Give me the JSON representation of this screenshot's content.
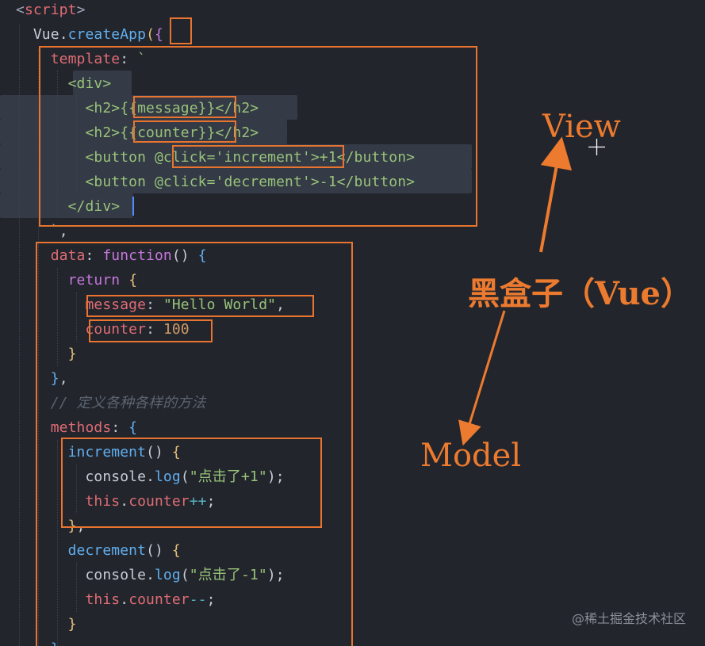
{
  "theme": {
    "background": "#22252c",
    "selection": "#343a46",
    "highlight_box": "#e8742f",
    "annotation": "#ec7a2f",
    "tag": "#e06c75",
    "attr": "#d19a66",
    "string": "#98c379",
    "keyword": "#c678dd",
    "function": "#61afef",
    "bracket_yellow": "#e5c07b",
    "bracket_purple": "#c678dd",
    "plain": "#c8ccd4",
    "comment": "#5c6370"
  },
  "code": {
    "lines": [
      [
        {
          "t": "<",
          "c": "#9da5b4"
        },
        {
          "t": "script",
          "c": "#e06c75"
        },
        {
          "t": ">",
          "c": "#9da5b4"
        }
      ],
      [
        {
          "t": "  Vue",
          "c": "#c8ccd4"
        },
        {
          "t": ".",
          "c": "#c8ccd4"
        },
        {
          "t": "createApp",
          "c": "#61afef"
        },
        {
          "t": "(",
          "c": "#e5c07b"
        },
        {
          "t": "{",
          "c": "#c678dd"
        }
      ],
      [
        {
          "t": "    template",
          "c": "#e06c75"
        },
        {
          "t": ": ",
          "c": "#c8ccd4"
        },
        {
          "t": "`",
          "c": "#98c379"
        }
      ],
      [
        {
          "t": "      <div>",
          "c": "#98c379"
        }
      ],
      [
        {
          "t": "        <h2>{{message}}</h2>",
          "c": "#98c379"
        }
      ],
      [
        {
          "t": "        <h2>{{counter}}</h2>",
          "c": "#98c379"
        }
      ],
      [
        {
          "t": "        <button @click='increment'>+1</button>",
          "c": "#98c379"
        }
      ],
      [
        {
          "t": "        <button @click='decrement'>-1</button>",
          "c": "#98c379"
        }
      ],
      [
        {
          "t": "      </div>",
          "c": "#98c379"
        }
      ],
      [
        {
          "t": "    `",
          "c": "#98c379"
        },
        {
          "t": ",",
          "c": "#c8ccd4"
        }
      ],
      [
        {
          "t": "    data",
          "c": "#e06c75"
        },
        {
          "t": ": ",
          "c": "#c8ccd4"
        },
        {
          "t": "function",
          "c": "#c678dd"
        },
        {
          "t": "() ",
          "c": "#c8ccd4"
        },
        {
          "t": "{",
          "c": "#61afef"
        }
      ],
      [
        {
          "t": "      return ",
          "c": "#c678dd"
        },
        {
          "t": "{",
          "c": "#e5c07b"
        }
      ],
      [
        {
          "t": "        message",
          "c": "#e06c75"
        },
        {
          "t": ": ",
          "c": "#c8ccd4"
        },
        {
          "t": "\"Hello World\"",
          "c": "#98c379"
        },
        {
          "t": ",",
          "c": "#c8ccd4"
        }
      ],
      [
        {
          "t": "        counter",
          "c": "#e06c75"
        },
        {
          "t": ": ",
          "c": "#c8ccd4"
        },
        {
          "t": "100",
          "c": "#d19a66"
        }
      ],
      [
        {
          "t": "      }",
          "c": "#e5c07b"
        }
      ],
      [
        {
          "t": "    }",
          "c": "#61afef"
        },
        {
          "t": ",",
          "c": "#c8ccd4"
        }
      ],
      [
        {
          "t": "    // 定义各种各样的方法",
          "c": "#5c6370",
          "i": true
        }
      ],
      [
        {
          "t": "    methods",
          "c": "#e06c75"
        },
        {
          "t": ": ",
          "c": "#c8ccd4"
        },
        {
          "t": "{",
          "c": "#61afef"
        }
      ],
      [
        {
          "t": "      increment",
          "c": "#61afef"
        },
        {
          "t": "() ",
          "c": "#c8ccd4"
        },
        {
          "t": "{",
          "c": "#e5c07b"
        }
      ],
      [
        {
          "t": "        console",
          "c": "#c8ccd4"
        },
        {
          "t": ".",
          "c": "#c8ccd4"
        },
        {
          "t": "log",
          "c": "#61afef"
        },
        {
          "t": "(",
          "c": "#c8ccd4"
        },
        {
          "t": "\"点击了+1\"",
          "c": "#98c379"
        },
        {
          "t": ");",
          "c": "#c8ccd4"
        }
      ],
      [
        {
          "t": "        this",
          "c": "#e06c75"
        },
        {
          "t": ".",
          "c": "#c8ccd4"
        },
        {
          "t": "counter",
          "c": "#e06c75"
        },
        {
          "t": "++",
          "c": "#56b6c2"
        },
        {
          "t": ";",
          "c": "#c8ccd4"
        }
      ],
      [
        {
          "t": "      }",
          "c": "#e5c07b"
        },
        {
          "t": ",",
          "c": "#c8ccd4"
        }
      ],
      [
        {
          "t": "      decrement",
          "c": "#61afef"
        },
        {
          "t": "() ",
          "c": "#c8ccd4"
        },
        {
          "t": "{",
          "c": "#e5c07b"
        }
      ],
      [
        {
          "t": "        console",
          "c": "#c8ccd4"
        },
        {
          "t": ".",
          "c": "#c8ccd4"
        },
        {
          "t": "log",
          "c": "#61afef"
        },
        {
          "t": "(",
          "c": "#c8ccd4"
        },
        {
          "t": "\"点击了-1\"",
          "c": "#98c379"
        },
        {
          "t": ");",
          "c": "#c8ccd4"
        }
      ],
      [
        {
          "t": "        this",
          "c": "#e06c75"
        },
        {
          "t": ".",
          "c": "#c8ccd4"
        },
        {
          "t": "counter",
          "c": "#e06c75"
        },
        {
          "t": "--",
          "c": "#56b6c2"
        },
        {
          "t": ";",
          "c": "#c8ccd4"
        }
      ],
      [
        {
          "t": "      }",
          "c": "#e5c07b"
        }
      ],
      [
        {
          "t": "    }",
          "c": "#61afef"
        }
      ]
    ]
  },
  "annotations": {
    "view": "View",
    "vue_blackbox": "黑盒子（Vue）",
    "model": "Model"
  },
  "icons": {
    "crosshair": "crosshair-cursor-icon"
  },
  "watermark": "@稀土掘金技术社区"
}
